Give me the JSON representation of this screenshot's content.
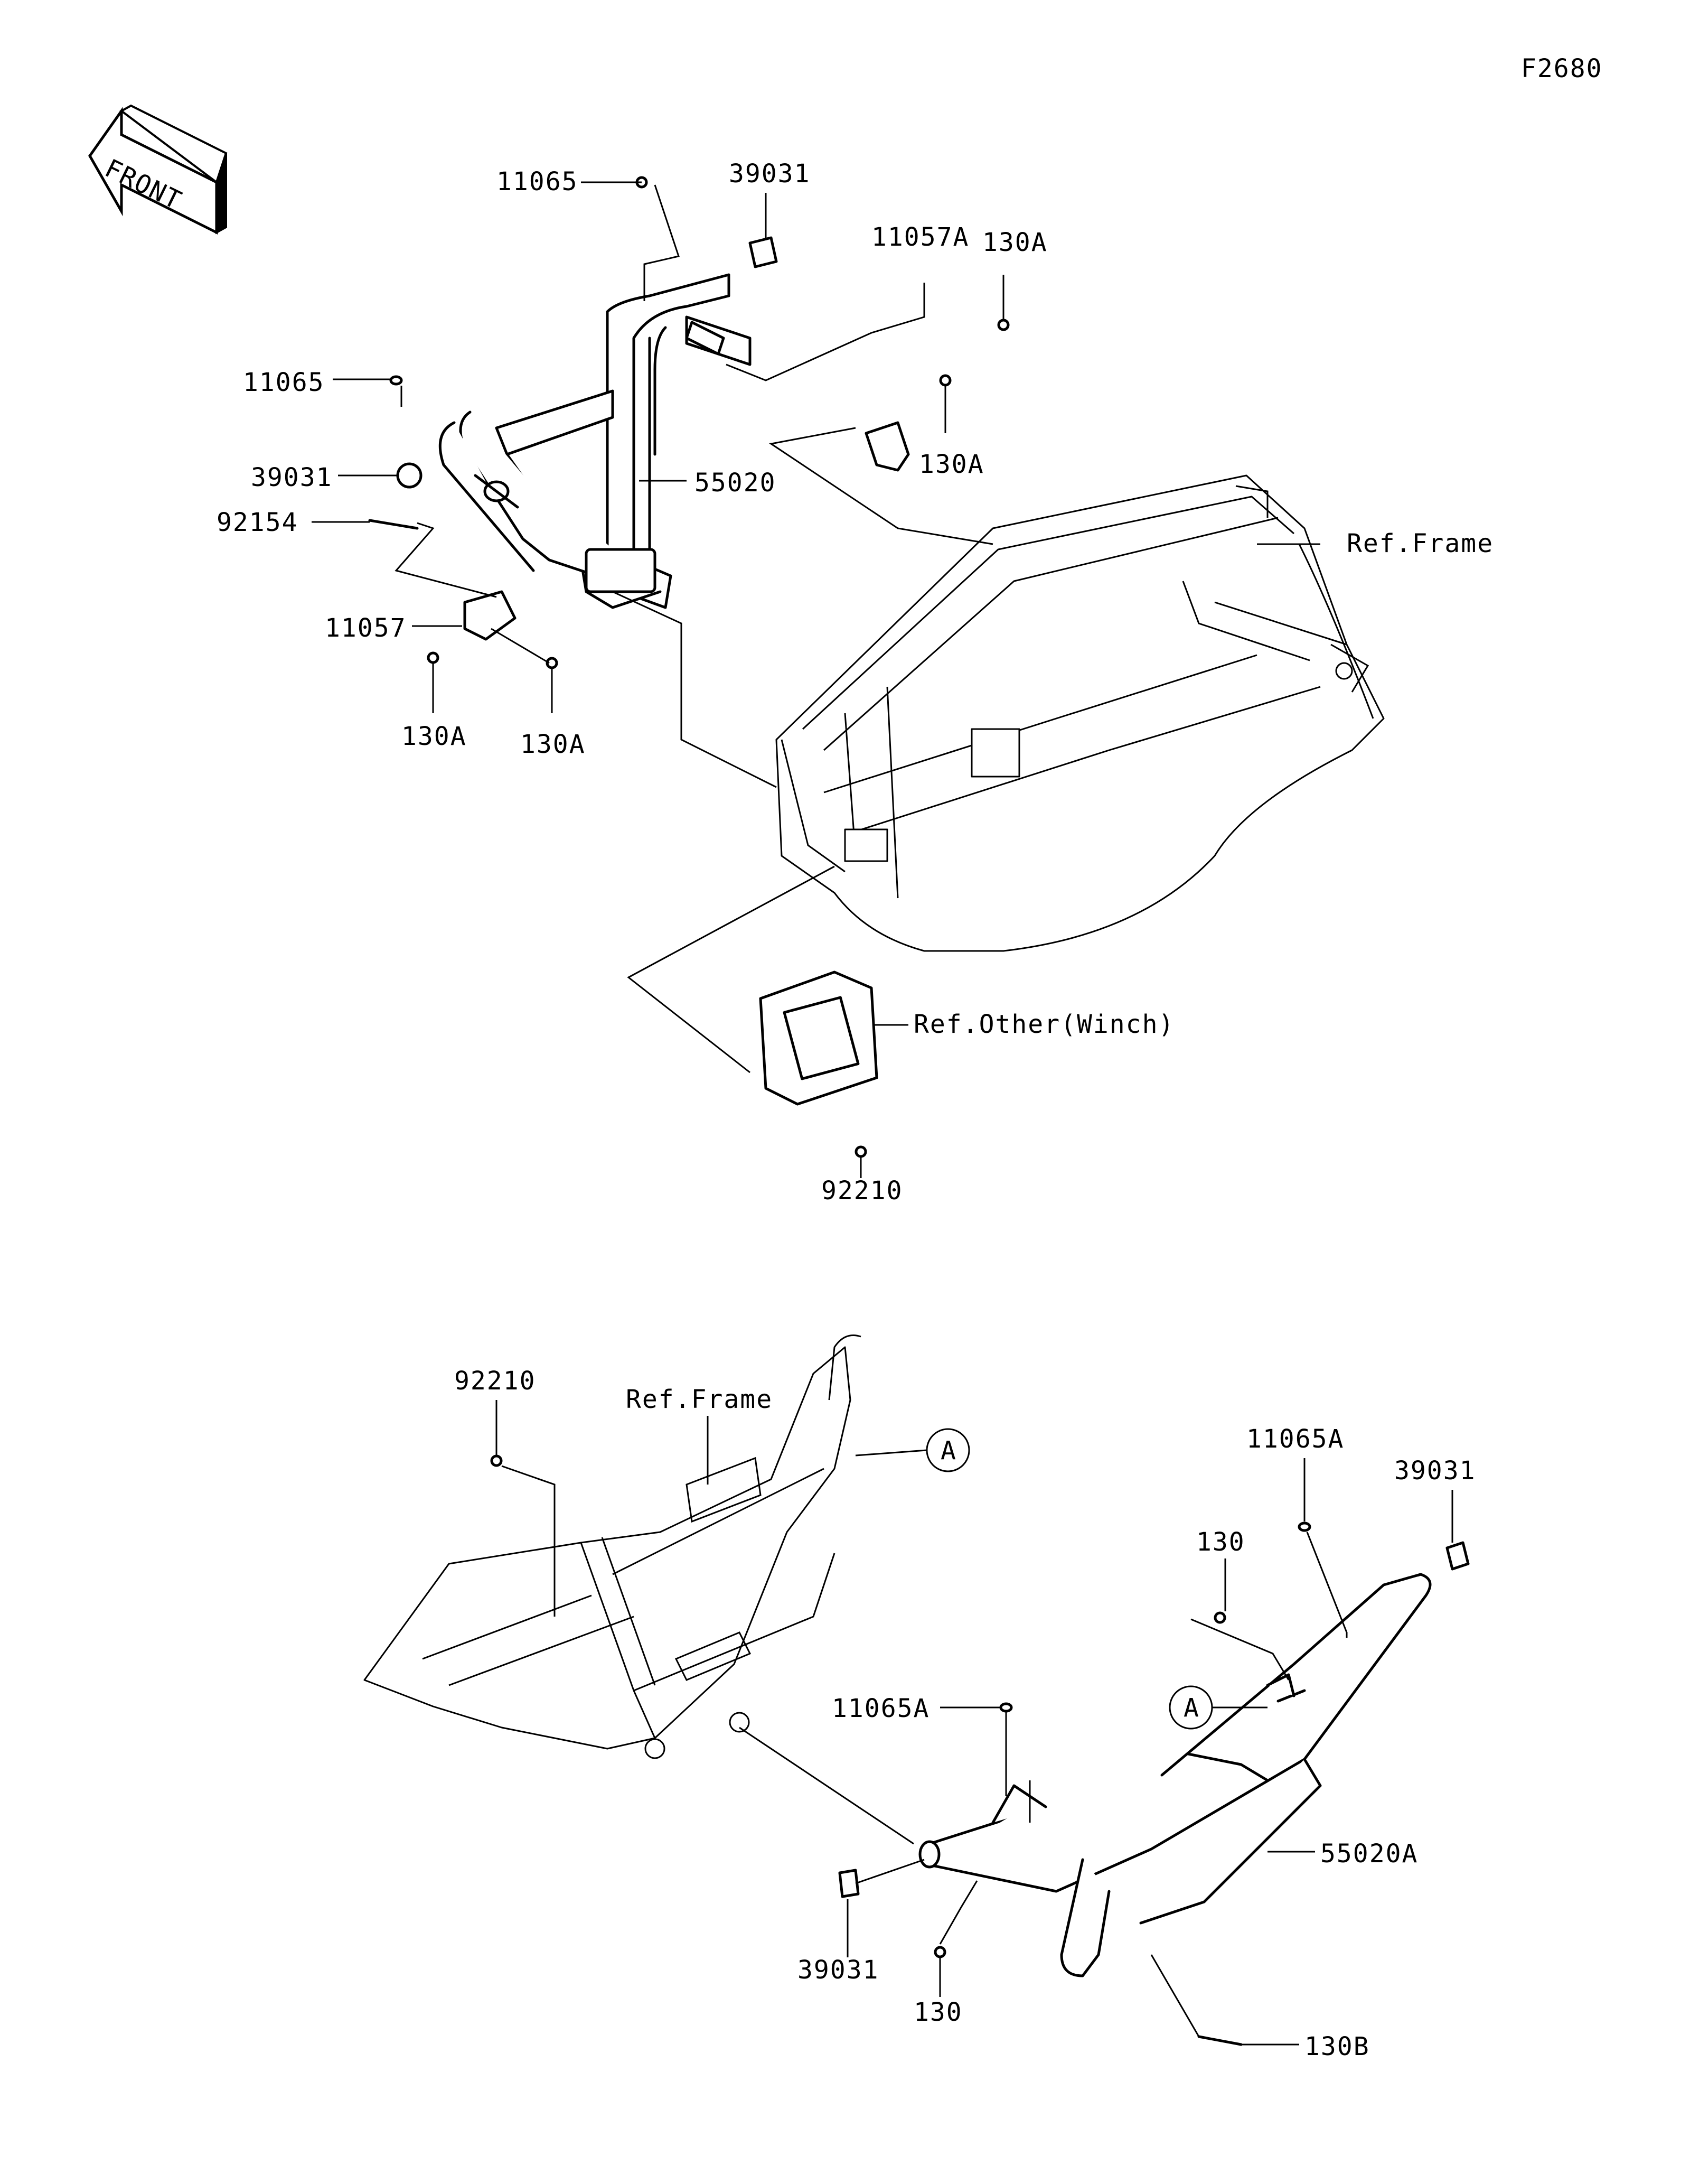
{
  "figure_code": "F2680",
  "front_arrow": "FRONT",
  "labels": {
    "l_11065_a": "11065",
    "l_39031_a": "39031",
    "l_11057a": "11057A",
    "l_130a_1": "130A",
    "l_130a_2": "130A",
    "l_11065_b": "11065",
    "l_39031_b": "39031",
    "l_55020": "55020",
    "l_92154": "92154",
    "l_11057": "11057",
    "l_130a_3": "130A",
    "l_130a_4": "130A",
    "l_ref_frame_1": "Ref.Frame",
    "l_ref_winch": "Ref.Other(Winch)",
    "l_92210_a": "92210",
    "l_92210_b": "92210",
    "l_ref_frame_2": "Ref.Frame",
    "l_A_1": "A",
    "l_11065a_1": "11065A",
    "l_39031_c": "39031",
    "l_130_1": "130",
    "l_A_2": "A",
    "l_11065a_2": "11065A",
    "l_55020a": "55020A",
    "l_39031_d": "39031",
    "l_130_2": "130",
    "l_130b": "130B"
  }
}
